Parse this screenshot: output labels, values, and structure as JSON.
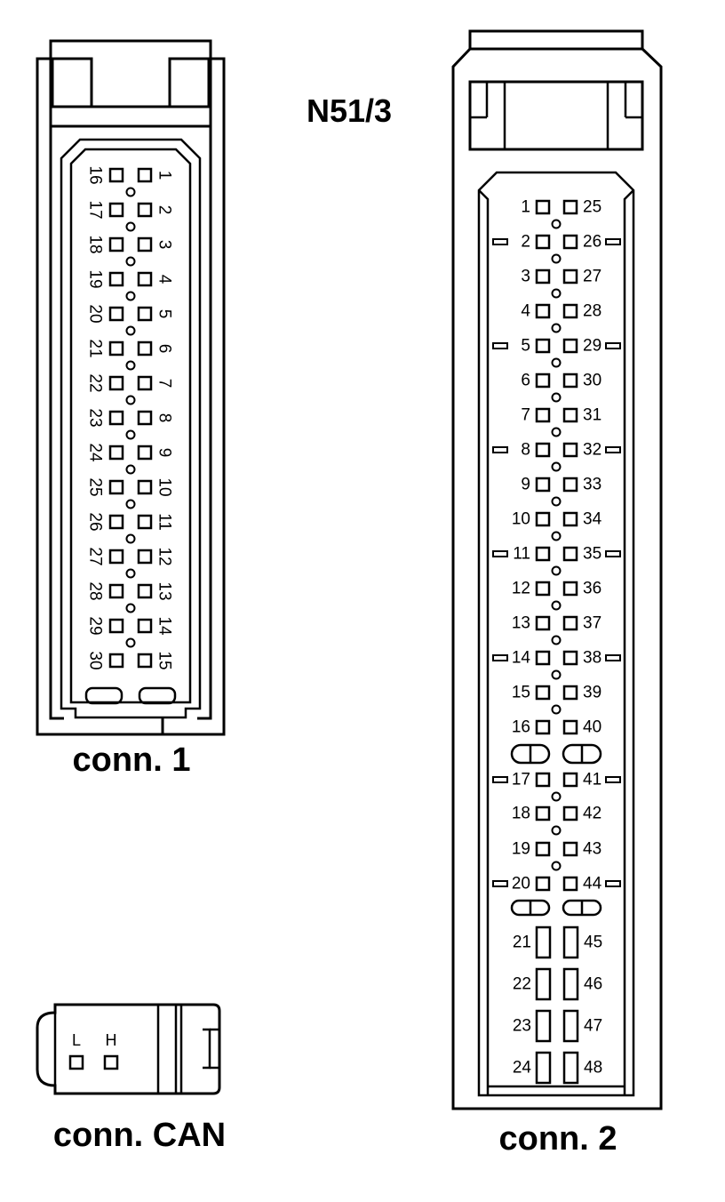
{
  "title": "N51/3",
  "connector1": {
    "label": "conn. 1",
    "left_pins": [
      "16",
      "17",
      "18",
      "19",
      "20",
      "21",
      "22",
      "23",
      "24",
      "25",
      "26",
      "27",
      "28",
      "29",
      "30"
    ],
    "right_pins": [
      "1",
      "2",
      "3",
      "4",
      "5",
      "6",
      "7",
      "8",
      "9",
      "10",
      "11",
      "12",
      "13",
      "14",
      "15"
    ]
  },
  "connector2": {
    "label": "conn. 2",
    "left_pins": [
      "1",
      "2",
      "3",
      "4",
      "5",
      "6",
      "7",
      "8",
      "9",
      "10",
      "11",
      "12",
      "13",
      "14",
      "15",
      "16",
      "17",
      "18",
      "19",
      "20"
    ],
    "right_pins": [
      "25",
      "26",
      "27",
      "28",
      "29",
      "30",
      "31",
      "32",
      "33",
      "34",
      "35",
      "36",
      "37",
      "38",
      "39",
      "40",
      "41",
      "42",
      "43",
      "44"
    ],
    "bottom_left_pins": [
      "21",
      "22",
      "23",
      "24"
    ],
    "bottom_right_pins": [
      "45",
      "46",
      "47",
      "48"
    ]
  },
  "connector_can": {
    "label": "conn. CAN",
    "pins": [
      "L",
      "H"
    ]
  }
}
